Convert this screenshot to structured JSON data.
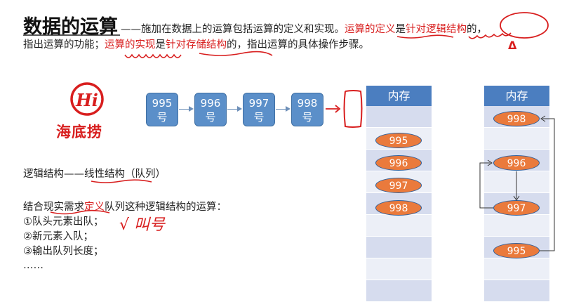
{
  "header": {
    "title": "数据的运算",
    "dash_text": "——施加在数据上的运算包括运算的定义和实现。",
    "def_red": "运算的定义",
    "is1": "是",
    "for_logic_red": "针对逻辑结构",
    "comma1": "的，",
    "line2_a": "指出运算的功能；",
    "impl_red": "运算的实现",
    "is2": "是",
    "for_storage_red": "针对存储结构",
    "line2_b": "的，指出运算的具体操作步骤。",
    "annotation_mark": "Δ"
  },
  "logo": {
    "glyph": "Hi",
    "name": "海底捞"
  },
  "queue": {
    "boxes": [
      {
        "num": "995",
        "suffix": "号"
      },
      {
        "num": "996",
        "suffix": "号"
      },
      {
        "num": "997",
        "suffix": "号"
      },
      {
        "num": "998",
        "suffix": "号"
      }
    ]
  },
  "memory_left": {
    "header": "内存",
    "items": [
      "995",
      "996",
      "997",
      "998"
    ]
  },
  "memory_right": {
    "header": "内存",
    "items": [
      "998",
      "996",
      "997",
      "995"
    ]
  },
  "content": {
    "logic_label": "逻辑结构——",
    "linear": "线性结构",
    "queue_label": "（队列）",
    "need_prefix": "结合现实需求",
    "define_red": "定义",
    "need_suffix": "队列这种逻辑结构的运算：",
    "op1": "①队头元素出队；",
    "op2": "②新元素入队；",
    "op3": "③输出队列长度；",
    "ellipsis": "……",
    "handwriting": "√ 叫号"
  },
  "colors": {
    "accent_red": "#d81e1e",
    "box_blue": "#5b8fc9",
    "oval_orange": "#ea7a3c",
    "mem_header": "#4b7ec0"
  }
}
